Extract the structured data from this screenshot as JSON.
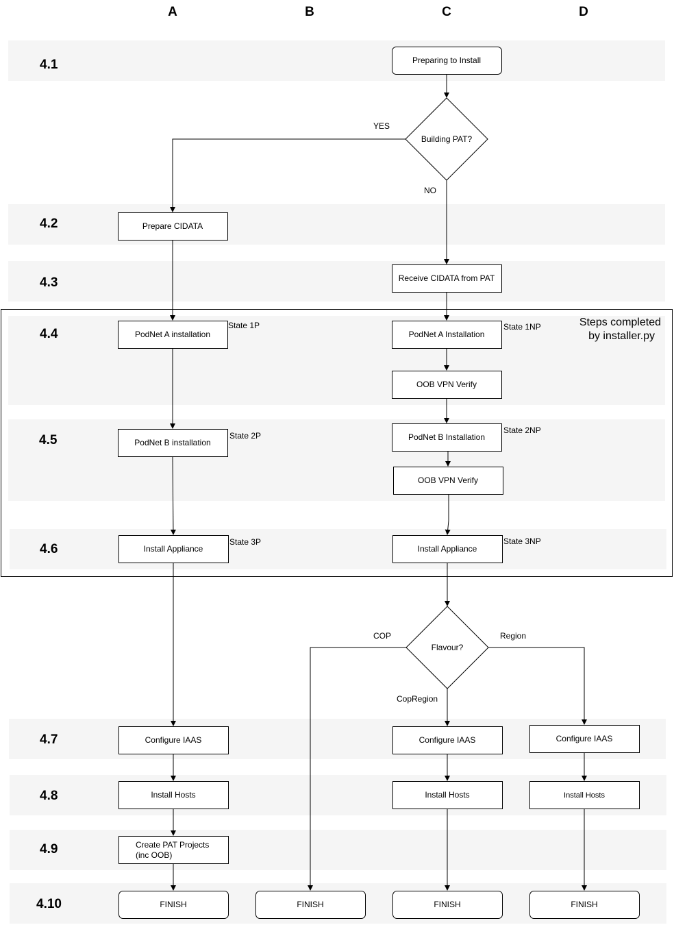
{
  "columns": {
    "a": "A",
    "b": "B",
    "c": "C",
    "d": "D"
  },
  "stages": {
    "s4_1": "4.1",
    "s4_2": "4.2",
    "s4_3": "4.3",
    "s4_4": "4.4",
    "s4_5": "4.5",
    "s4_6": "4.6",
    "s4_7": "4.7",
    "s4_8": "4.8",
    "s4_9": "4.9",
    "s4_10": "4.10"
  },
  "nodes": {
    "preparing": "Preparing to Install",
    "building_pat": "Building PAT?",
    "prepare_cidata": "Prepare CIDATA",
    "receive_cidata": "Receive CIDATA from PAT",
    "podnet_a_left": "PodNet A installation",
    "podnet_a_right": "PodNet A Installation",
    "oob_vpn_1": "OOB VPN Verify",
    "podnet_b_left": "PodNet B installation",
    "podnet_b_right": "PodNet B Installation",
    "oob_vpn_2": "OOB VPN Verify",
    "install_appliance_left": "Install Appliance",
    "install_appliance_right": "Install Appliance",
    "flavour": "Flavour?",
    "configure_iaas_a": "Configure IAAS",
    "configure_iaas_c": "Configure IAAS",
    "configure_iaas_d": "Configure IAAS",
    "install_hosts_a": "Install Hosts",
    "install_hosts_c": "Install Hosts",
    "install_hosts_d": "Install Hosts",
    "create_pat_line1": "Create PAT Projects",
    "create_pat_line2": "(inc OOB)",
    "finish_a": "FINISH",
    "finish_b": "FINISH",
    "finish_c": "FINISH",
    "finish_d": "FINISH"
  },
  "states": {
    "s1p": "State 1P",
    "s1np": "State 1NP",
    "s2p": "State 2P",
    "s2np": "State 2NP",
    "s3p": "State 3P",
    "s3np": "State 3NP"
  },
  "edge_labels": {
    "yes": "YES",
    "no": "NO",
    "cop": "COP",
    "region": "Region",
    "copregion": "CopRegion"
  },
  "installer_note": {
    "line1": "Steps completed",
    "line2": "by installer.py"
  },
  "colors": {
    "band": "#f5f5f5",
    "stroke": "#000000",
    "box_fill": "#ffffff"
  }
}
